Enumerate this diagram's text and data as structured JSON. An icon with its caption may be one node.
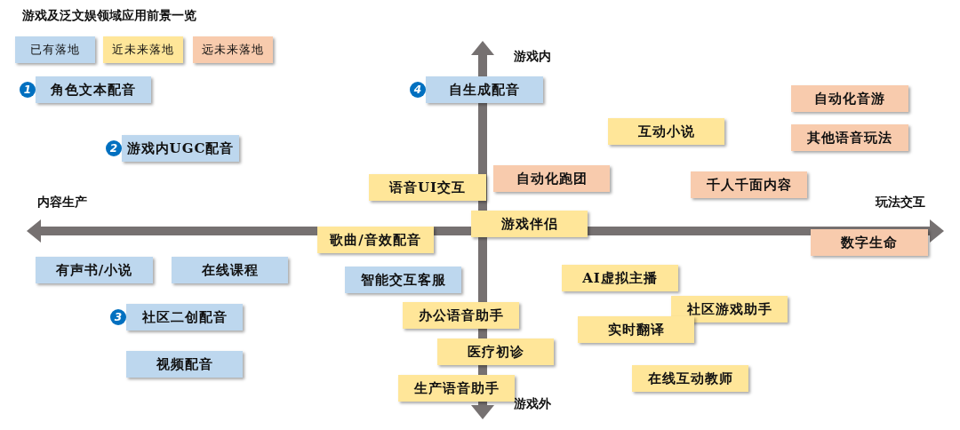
{
  "diagram": {
    "title": "游戏及泛文娱领域应用前景一览",
    "nodes": [
      {
        "text": [
          "角色文本配音"
        ],
        "beside": [
          "1"
        ]
      },
      {
        "text": [
          "自生成配音"
        ],
        "beside": [
          "4"
        ]
      },
      {
        "text": [
          "自动化音游"
        ]
      },
      {
        "text": [
          "游戏内UGC配音"
        ],
        "beside": [
          "2"
        ]
      },
      {
        "text": [
          "互动小说"
        ]
      },
      {
        "text": [
          "其他语音玩法"
        ]
      },
      {
        "text": [
          "自动化跑团"
        ]
      },
      {
        "text": [
          "千人千面内容"
        ]
      },
      {
        "text": [
          "语音UI交互"
        ]
      },
      {
        "text": [
          "游戏伴侣"
        ]
      },
      {
        "text": [
          "歌曲/音效配音"
        ]
      },
      {
        "text": [
          "数字生命"
        ]
      },
      {
        "text": [
          "有声书/小说"
        ]
      },
      {
        "text": [
          "在线课程"
        ]
      },
      {
        "text": [
          "智能交互客服"
        ]
      },
      {
        "text": [
          "AI虚拟主播"
        ]
      },
      {
        "text": [
          "社区游戏助手"
        ]
      },
      {
        "text": [
          "社区二创配音"
        ],
        "beside": [
          "3"
        ]
      },
      {
        "text": [
          "办公语音助手"
        ]
      },
      {
        "text": [
          "实时翻译"
        ]
      },
      {
        "text": [
          "医疗初诊"
        ]
      },
      {
        "text": [
          "视频配音"
        ]
      },
      {
        "text": [
          "在线互动教师"
        ]
      },
      {
        "text": [
          "生产语音助手"
        ]
      }
    ],
    "labels": [
      "游戏内",
      "内容生产",
      "玩法交互",
      "游戏外"
    ],
    "legend": [
      {
        "text": "已有落地",
        "color": "#bdd7ee"
      },
      {
        "text": "近未来落地",
        "color": "#ffe699"
      },
      {
        "text": "远未来落地",
        "color": "#f8cbad"
      }
    ]
  }
}
